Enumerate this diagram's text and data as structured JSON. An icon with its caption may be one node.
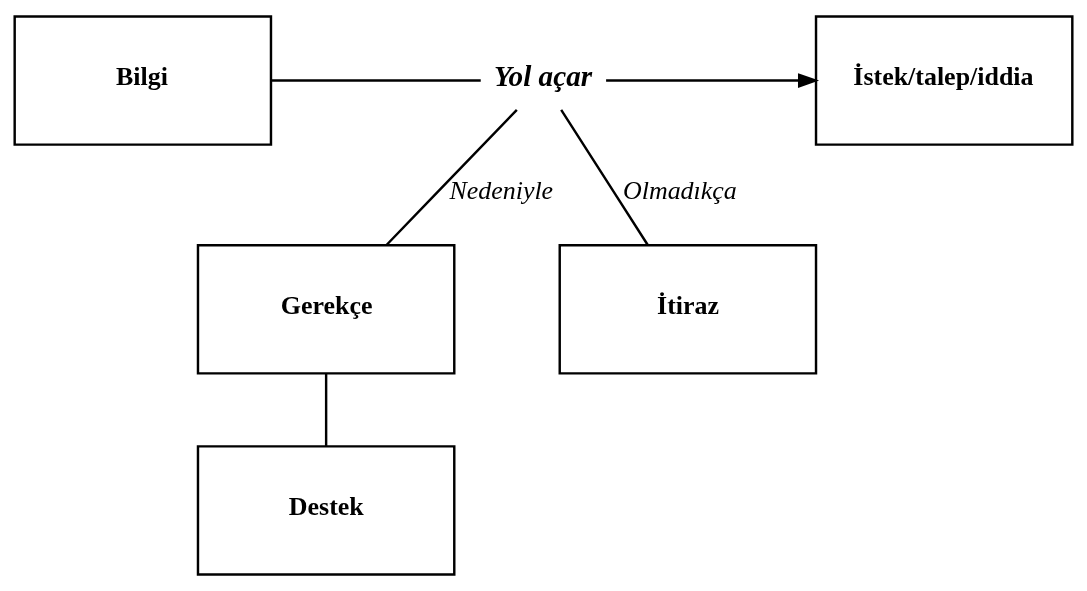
{
  "diagram": {
    "nodes": [
      {
        "text": [
          "Bilgi"
        ]
      },
      {
        "text": [
          "Yol açar"
        ]
      },
      {
        "text": [
          "İstek/talep/iddia"
        ]
      },
      {
        "text": [
          "Gerekçe"
        ]
      },
      {
        "text": [
          "İtiraz"
        ]
      },
      {
        "text": [
          "Destek"
        ]
      }
    ],
    "edges": [
      {
        "from": 0,
        "to": 1,
        "arrow": "none"
      },
      {
        "from": 1,
        "to": 2,
        "arrow": "to"
      },
      {
        "from": 1,
        "to": 3,
        "arrow": "none",
        "label": "Nedeniyle"
      },
      {
        "from": 1,
        "to": 4,
        "arrow": "none",
        "label": "Olmadıkça"
      },
      {
        "from": 3,
        "to": 5,
        "arrow": "none"
      }
    ]
  }
}
